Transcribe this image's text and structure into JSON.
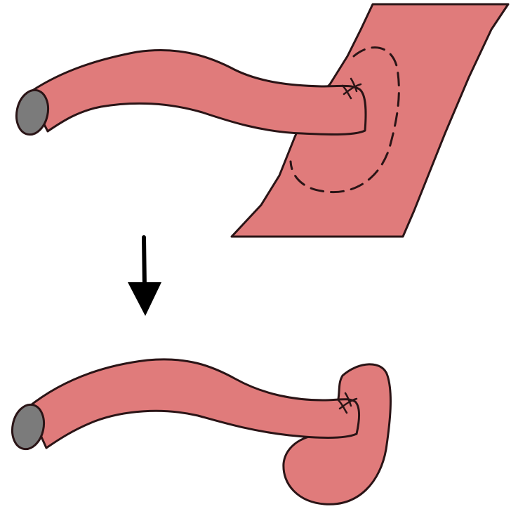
{
  "colors": {
    "background": "#ffffff",
    "tissue_fill": "#e07b7b",
    "outline": "#2a1416",
    "tip_fill": "#7b7b7b",
    "arrow": "#000000"
  },
  "panels": {
    "before": {
      "structures": [
        "tube",
        "wall",
        "dashed-excision-outline",
        "gray-tip"
      ]
    },
    "after": {
      "structures": [
        "tube",
        "excised-cuff",
        "gray-tip"
      ]
    }
  },
  "arrow": {
    "direction": "down"
  }
}
